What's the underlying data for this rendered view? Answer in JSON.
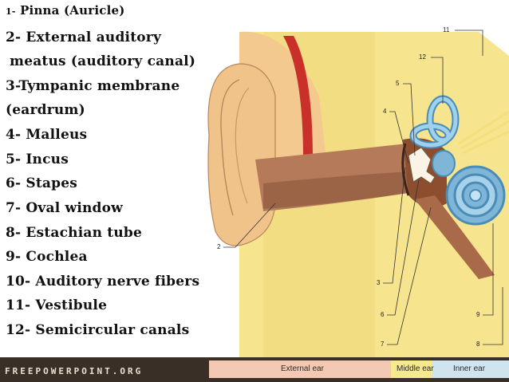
{
  "legend": {
    "item1_number": "1-",
    "item1_text": "Pinna (Auricle)",
    "item2_line1": "2- External auditory",
    "item2_line2": "meatus (auditory canal)",
    "item3_line1": "3-Tympanic membrane",
    "item3_line2": "(eardrum)",
    "item4": "4- Malleus",
    "item5": "5- Incus",
    "item6": "6- Stapes",
    "item7": "7- Oval window",
    "item8": "8- Estachian tube",
    "item9": "9- Cochlea",
    "item10": "10- Auditory nerve fibers",
    "item11": "11- Vestibule",
    "item12": "12- Semicircular canals"
  },
  "diagram": {
    "callouts": [
      "11",
      "12",
      "5",
      "4",
      "2",
      "3",
      "6",
      "7",
      "9",
      "8"
    ]
  },
  "region_strip": {
    "external": "External ear",
    "middle": "Middle ear",
    "inner": "Inner ear"
  },
  "footer": {
    "brand": "FREEPOWERPOINT.ORG"
  },
  "colors": {
    "bone": "#f6e48e",
    "canal": "#b47a5a",
    "skin": "#f3c98f",
    "cartilage": "#c9302a",
    "inner_ear": "#7fb6d8",
    "footer": "#3a2f26"
  }
}
